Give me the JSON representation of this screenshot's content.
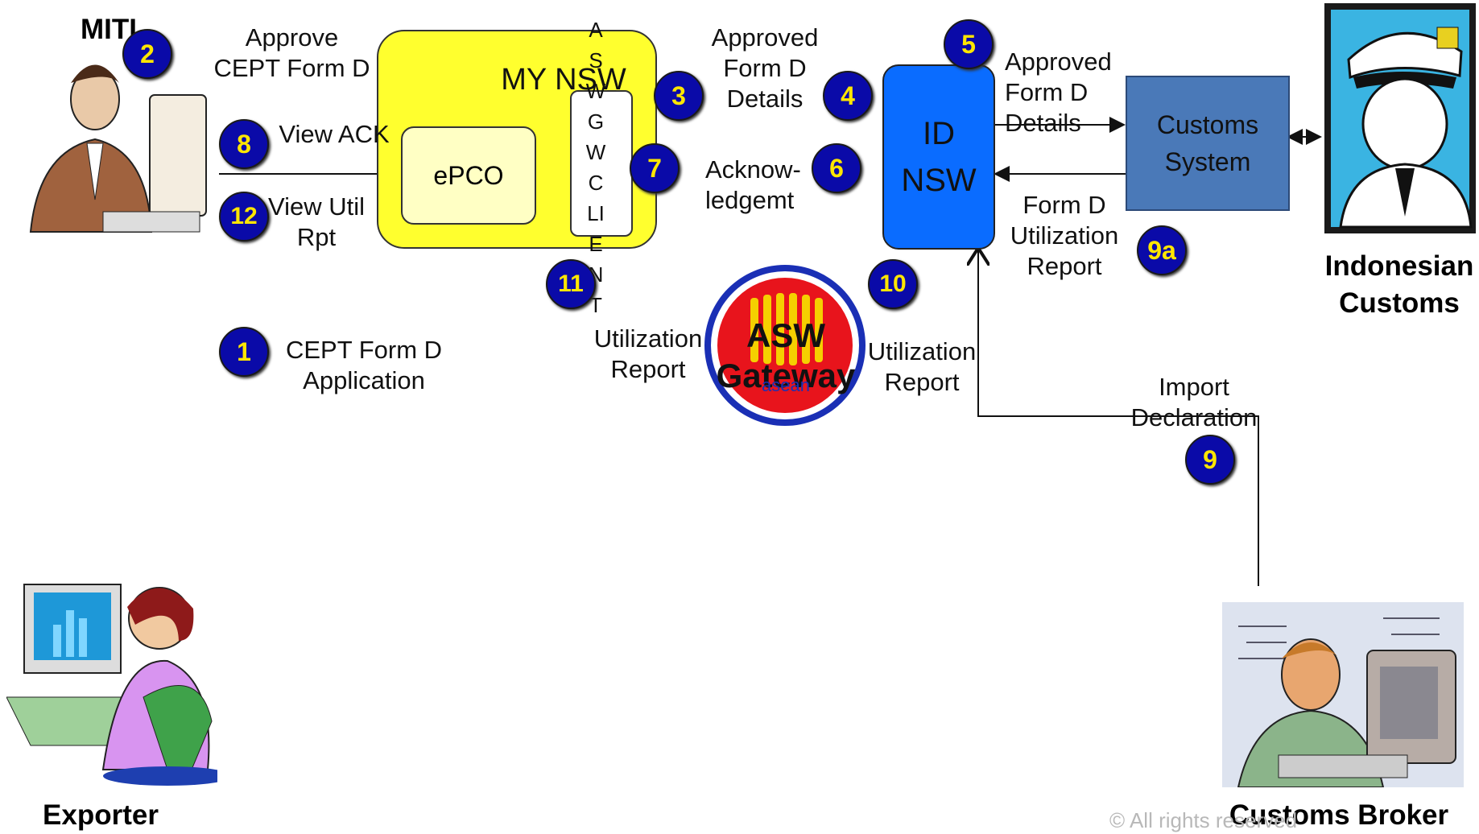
{
  "actors": {
    "miti": "MITI",
    "exporter": "Exporter",
    "customs_broker": "Customs Broker",
    "indonesian_customs": "Indonesian\nCustoms"
  },
  "systems": {
    "my_nsw": "MY NSW",
    "epco": "ePCO",
    "asw_client": "A\nS\nW\nG\nW\nC\nLI\nE\nN\nT",
    "id_nsw": "ID\nNSW",
    "customs_system": "Customs\nSystem",
    "asw_gateway": "ASW\nGateway",
    "asean_logo": "asean"
  },
  "badges": [
    "1",
    "2",
    "3",
    "4",
    "5",
    "6",
    "7",
    "8",
    "9",
    "9a",
    "10",
    "11",
    "12"
  ],
  "labels": {
    "approve_cept": "Approve\nCEPT Form D",
    "approved_form_d_details_1": "Approved\nForm D\nDetails",
    "approved_form_d_details_2": "Approved\nForm D\nDetails",
    "view_ack": "View ACK",
    "acknowledgement": "Acknow-\nledgemt",
    "view_util_rpt": "View Util\nRpt",
    "form_d_util_report": "Form D\nUtilization\nReport",
    "cept_application": "CEPT Form D\nApplication",
    "utilization_report_left": "Utilization\nReport",
    "utilization_report_right": "Utilization\nReport",
    "import_declaration": "Import\nDeclaration"
  },
  "footer": {
    "copyright": "© All rights reserved"
  },
  "colors": {
    "my_nsw_fill": "#ffff2e",
    "epco_fill": "#ffffc4",
    "id_nsw_fill": "#0a6cff",
    "customs_system_fill": "#4a79b8",
    "badge_fill": "#0a0aa8",
    "badge_text": "#ffe600",
    "gateway_red": "#e8141c",
    "gateway_blue": "#1a2fb5"
  },
  "icons": {
    "miti_officer": "man-at-computer-icon",
    "exporter": "woman-at-computer-icon",
    "customs_broker": "man-typing-icon",
    "indonesian_customs": "naval-officer-portrait-icon"
  }
}
